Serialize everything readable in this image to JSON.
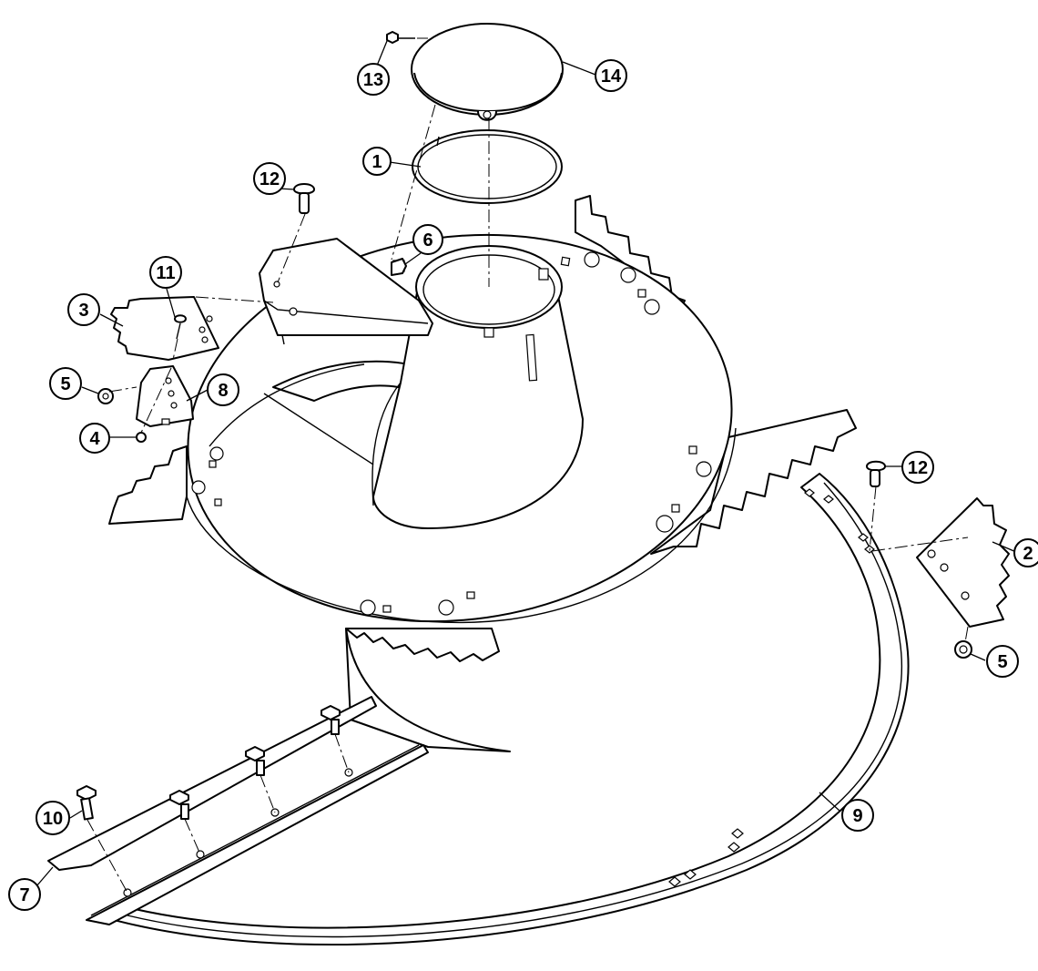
{
  "diagram": {
    "callouts": [
      {
        "id": "c1",
        "label": "1"
      },
      {
        "id": "c2",
        "label": "2"
      },
      {
        "id": "c3",
        "label": "3"
      },
      {
        "id": "c4",
        "label": "4"
      },
      {
        "id": "c5a",
        "label": "5"
      },
      {
        "id": "c5b",
        "label": "5"
      },
      {
        "id": "c6",
        "label": "6"
      },
      {
        "id": "c7",
        "label": "7"
      },
      {
        "id": "c8",
        "label": "8"
      },
      {
        "id": "c9",
        "label": "9"
      },
      {
        "id": "c10",
        "label": "10"
      },
      {
        "id": "c11",
        "label": "11"
      },
      {
        "id": "c12a",
        "label": "12"
      },
      {
        "id": "c12b",
        "label": "12"
      },
      {
        "id": "c13",
        "label": "13"
      },
      {
        "id": "c14",
        "label": "14"
      }
    ]
  }
}
